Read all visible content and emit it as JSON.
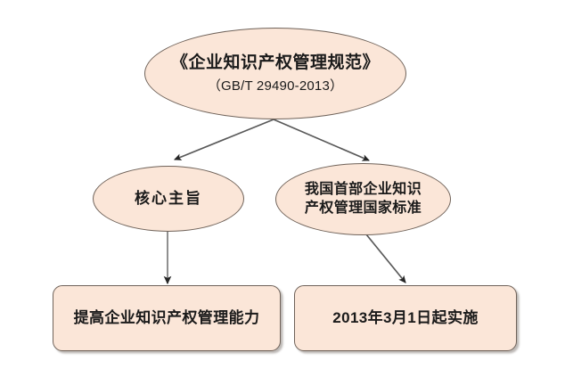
{
  "diagram": {
    "title_node": {
      "name": "standard-title",
      "shape": "ellipse",
      "main_text": "《企业知识产权管理规范》",
      "code_text": "（GB/T 29490-2013）"
    },
    "nodes": [
      {
        "name": "core-purpose",
        "shape": "ellipse",
        "text": "核心主旨"
      },
      {
        "name": "first-national-standard",
        "shape": "ellipse",
        "text": "我国首部企业知识\n产权管理国家标准"
      },
      {
        "name": "improve-capability",
        "shape": "rounded-rectangle",
        "text": "提高企业知识产权管理能力"
      },
      {
        "name": "effective-date",
        "shape": "rounded-rectangle",
        "text": "2013年3月1日起实施"
      }
    ],
    "colors": {
      "node_fill": "#fbe6d8",
      "node_border": "#6f6259",
      "connector": "#595959",
      "arrowhead": "#262626",
      "background": "#ffffff",
      "text": "#1a1a1a"
    },
    "connectors": [
      {
        "name": "title-to-core-purpose",
        "from": "standard-title",
        "to": "core-purpose"
      },
      {
        "name": "title-to-first-national-standard",
        "from": "standard-title",
        "to": "first-national-standard"
      },
      {
        "name": "core-purpose-to-improve-capability",
        "from": "core-purpose",
        "to": "improve-capability"
      },
      {
        "name": "first-national-standard-to-effective-date",
        "from": "first-national-standard",
        "to": "effective-date"
      }
    ]
  }
}
